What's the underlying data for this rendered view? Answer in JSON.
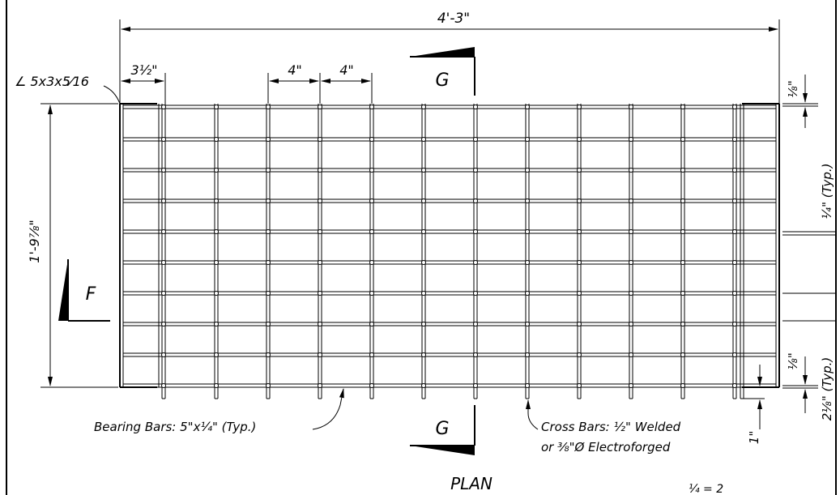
{
  "dimensions": {
    "overall_width": "4'-3\"",
    "end_spacing": "3½\"",
    "bar_spacing_1": "4\"",
    "bar_spacing_2": "4\"",
    "overall_height": "1'-9⅞\"",
    "top_offset": "⅛\"",
    "bottom_offset": "⅛\"",
    "bar_thickness": "¼\" (Typ.)",
    "edge_width": "2⅛\" (Typ.)",
    "extension": "1\""
  },
  "angle_label": "∠ 5x3x5⁄16",
  "section_marks": {
    "top": "G",
    "bottom": "G",
    "left": "F"
  },
  "callouts": {
    "bearing_bars": "Bearing Bars: 5\"x¼\" (Typ.)",
    "cross_bars_line1": "Cross Bars: ½\" Welded",
    "cross_bars_line2": "or ⅜\"Ø Electroforged"
  },
  "view_title": "PLAN",
  "scale_fragment": "¼   =  2"
}
